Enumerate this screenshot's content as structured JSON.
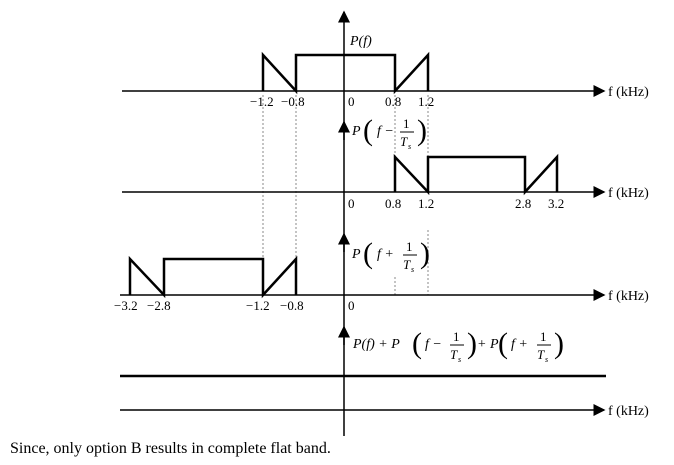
{
  "plots": [
    {
      "title": "P(f)",
      "axis_label": "f (kHz)",
      "ticks": [
        "−1.2",
        "−0.8",
        "0",
        "0.8",
        "1.2"
      ]
    },
    {
      "title_prefix": "P",
      "title_arg": "f −",
      "frac_num": "1",
      "frac_den": "T",
      "frac_sub": "s",
      "axis_label": "f (kHz)",
      "ticks": [
        "0",
        "0.8",
        "1.2",
        "2.8",
        "3.2"
      ]
    },
    {
      "title_prefix": "P",
      "title_arg": "f +",
      "frac_num": "1",
      "frac_den": "T",
      "frac_sub": "s",
      "axis_label": "f (kHz)",
      "ticks": [
        "−3.2",
        "−2.8",
        "−1.2",
        "−0.8",
        "0"
      ]
    },
    {
      "title_parts": [
        "P(f) + P",
        "f −",
        "+ P",
        "f +"
      ],
      "frac_num": "1",
      "frac_den": "T",
      "frac_sub": "s",
      "axis_label": "f (kHz)"
    }
  ],
  "caption": "Since, only option B results in complete flat band."
}
